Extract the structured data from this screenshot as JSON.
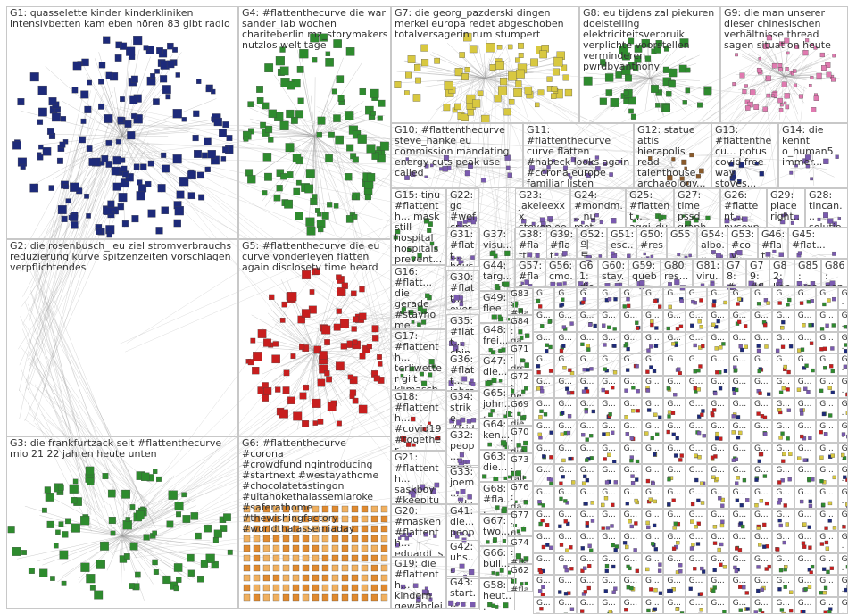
{
  "title": "",
  "groups": [
    {
      "id": "G1",
      "label": "G1: quasselette kinder kinderkliniken intensivbetten kam eben hören 83 gibt radio"
    },
    {
      "id": "G2",
      "label": "G2: die rosenbusch_ eu ziel stromverbrauchs reduzierung kurve spitzenzeiten vorschlagen verpflichtendes"
    },
    {
      "id": "G3",
      "label": "G3: die frankfurtzack seit #flattenthecurve mio 21 22 jahren heute unten"
    },
    {
      "id": "G4",
      "label": "G4: #flattenthecurve die war sander_lab wochen chariteberlin mz_storymakers nutzlos welt tage"
    },
    {
      "id": "G5",
      "label": "G5: #flattenthecurve die eu curve vonderleyen flatten again disclosetv time heard"
    },
    {
      "id": "G6",
      "label": "G6: #flattenthecurve #corona #crowdfundingintroducing #startnext #westayathome #chocolatetastingon #ultahokethalassemiaroke #saferathome #thewishingfactory #worldthalassemiaday"
    },
    {
      "id": "G7",
      "label": "G7: die georg_pazderski dingen merkel europa redet abgeschoben totalversagerin rum stumpert"
    },
    {
      "id": "G8",
      "label": "G8: eu tijdens zal piekuren doelstelling elektriciteitsverbruik verplichte voorstellen verminderen pwrdbyanthony"
    },
    {
      "id": "G9",
      "label": "G9: die man unserer dieser chinesischen verhältnisse thread sagen situation heute"
    },
    {
      "id": "G10",
      "label": "G10: #flattenthecurve steve_hanke eu commission mandating energy cuts peak use called"
    },
    {
      "id": "G11",
      "label": "G11: #flattenthecurve curve flatten #habeck looks again #corona europe familiar listen"
    },
    {
      "id": "G12",
      "label": "G12: statue attis hierapolis read talenthouse archaeology..."
    },
    {
      "id": "G13",
      "label": "G13: #flattenthecu... potus covid free way stoves..."
    },
    {
      "id": "G14",
      "label": "G14: die kennt o_human5 immer..."
    },
    {
      "id": "G15",
      "label": "G15: tinu #flattenth... mask still hospital hospitals prevent..."
    },
    {
      "id": "G16",
      "label": "G16: #flatt... die gerade #stayhome wisst..."
    },
    {
      "id": "G17",
      "label": "G17: #flattenth... terliwetter gilt klimasch..."
    },
    {
      "id": "G18",
      "label": "G18: #flattenth... #covid19 #together..."
    },
    {
      "id": "G19",
      "label": "G19: die #flattenth... kindern gewährlei..."
    },
    {
      "id": "G20",
      "label": "G20: #masken #flattenth... eduardt_s..."
    },
    {
      "id": "G21",
      "label": "G21: #flattenth... saskboy #keepitup..."
    },
    {
      "id": "G22",
      "label": "G22: go #wefcrimesa... #greatreset..."
    },
    {
      "id": "G23",
      "label": "G23: jakeleexxx stevenlee3..."
    },
    {
      "id": "G24",
      "label": "G24: #mondm... nu met..."
    },
    {
      "id": "G25",
      "label": "G25: #flattent... aggi_du..."
    },
    {
      "id": "G26",
      "label": "G26: #flattent... nycexp..."
    },
    {
      "id": "G27",
      "label": "G27: time pssd graph..."
    },
    {
      "id": "G28",
      "label": "G28: tincan... solutio..."
    },
    {
      "id": "G29",
      "label": "G29: place right..."
    },
    {
      "id": "G30",
      "label": "G30: #flatt... over..."
    },
    {
      "id": "G31",
      "label": "G31: #flatt... hous..."
    },
    {
      "id": "G32",
      "label": "G32: peop... man..."
    },
    {
      "id": "G33",
      "label": "G33: joem... _ada..."
    },
    {
      "id": "G34",
      "label": "G34: strike #frid..."
    },
    {
      "id": "G35",
      "label": "G35: #flatt... chin..."
    },
    {
      "id": "G36",
      "label": "G36: #flatt... jebra..."
    },
    {
      "id": "G37",
      "label": "G37: visu..."
    },
    {
      "id": "G38",
      "label": "G38: #flatt..."
    },
    {
      "id": "G39",
      "label": "G39: #flat..."
    },
    {
      "id": "G40",
      "label": "G40: die..."
    },
    {
      "id": "G41",
      "label": "G41: die... peop..."
    },
    {
      "id": "G42",
      "label": "G42: uhs..."
    },
    {
      "id": "G43",
      "label": "G43: start..."
    },
    {
      "id": "G44",
      "label": "G44: targ..."
    },
    {
      "id": "G45",
      "label": "G45: #flat..."
    },
    {
      "id": "G46",
      "label": "G46: #flat..."
    },
    {
      "id": "G47",
      "label": "G47: die..."
    },
    {
      "id": "G48",
      "label": "G48: frei..."
    },
    {
      "id": "G49",
      "label": "G49: flee..."
    },
    {
      "id": "G50",
      "label": "G50: #res..."
    },
    {
      "id": "G51",
      "label": "G51: esc..."
    },
    {
      "id": "G52",
      "label": "G52: 의토..."
    },
    {
      "id": "G53",
      "label": "G53: #cov..."
    },
    {
      "id": "G54",
      "label": "G54: albo..."
    },
    {
      "id": "G55",
      "label": "G55"
    },
    {
      "id": "G56",
      "label": "G56: cmo..."
    },
    {
      "id": "G57",
      "label": "G57: #flat..."
    },
    {
      "id": "G58",
      "label": "G58: heut..."
    },
    {
      "id": "G59",
      "label": "G59: queb..."
    },
    {
      "id": "G60",
      "label": "G60: stay..."
    },
    {
      "id": "G61",
      "label": "G61: die..."
    },
    {
      "id": "G62",
      "label": "G62: #fla..."
    },
    {
      "id": "G63",
      "label": "G63: die..."
    },
    {
      "id": "G64",
      "label": "G64: ken..."
    },
    {
      "id": "G65",
      "label": "G65: john..."
    },
    {
      "id": "G66",
      "label": "G66: bull..."
    },
    {
      "id": "G67",
      "label": "G67: two..."
    },
    {
      "id": "G68",
      "label": "G68: #fla..."
    },
    {
      "id": "G69",
      "label": "G69: die..."
    },
    {
      "id": "G70",
      "label": "G70: die..."
    },
    {
      "id": "G71",
      "label": "G71: drs..."
    },
    {
      "id": "G72",
      "label": "G72: ne..."
    },
    {
      "id": "G73",
      "label": "G73: tall..."
    },
    {
      "id": "G74",
      "label": "G74: #fla..."
    },
    {
      "id": "G75",
      "label": "G75: gil..."
    },
    {
      "id": "G76",
      "label": "G76: da..."
    },
    {
      "id": "G77",
      "label": "G77: fla..."
    },
    {
      "id": "G78",
      "label": "G78: #m..."
    },
    {
      "id": "G79",
      "label": "G79: #fla..."
    },
    {
      "id": "G80",
      "label": "G80: res..."
    },
    {
      "id": "G81",
      "label": "G81: viru..."
    },
    {
      "id": "G82",
      "label": "G82: ken..."
    },
    {
      "id": "G83",
      "label": "G83: #fla..."
    },
    {
      "id": "G84",
      "label": "G84: ga..."
    },
    {
      "id": "G85",
      "label": "G85: war..."
    },
    {
      "id": "G86",
      "label": "G86: pen..."
    }
  ],
  "small_cell_label": "G...",
  "colors": {
    "background": "#ffffff",
    "border": "#c8c8c8",
    "edge": "#9a9a9a",
    "node_blue": "#1d2a7a",
    "node_green": "#2e8b2e",
    "node_red": "#c81e1e",
    "node_yellow": "#d8c840",
    "node_pink": "#e07ab0",
    "node_orange": "#e08a30",
    "node_purple": "#7a5ab0",
    "node_brown": "#8a5a2a"
  }
}
